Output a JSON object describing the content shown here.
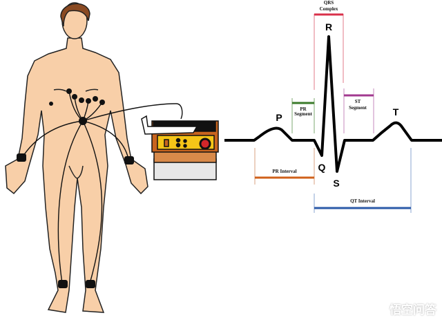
{
  "figure": {
    "ecg": {
      "waves": {
        "p": "P",
        "q": "Q",
        "r": "R",
        "s": "S",
        "t": "T"
      },
      "qrs_complex": {
        "line1": "QRS",
        "line2": "Complex",
        "color": "#d9304a"
      },
      "pr_segment": {
        "line1": "PR",
        "line2": "Segment",
        "color": "#3a7a2a"
      },
      "st_segment": {
        "line1": "ST",
        "line2": "Segment",
        "color": "#a2398f"
      },
      "pr_interval": {
        "label": "PR Interval",
        "color": "#d0601a"
      },
      "qt_interval": {
        "label": "QT Interval",
        "color": "#2b5aa8"
      }
    },
    "device": {
      "body_color": "#c8641e",
      "panel_color": "#f5c518"
    },
    "skin_color": "#f8cfa8",
    "watermark": "悟空问答"
  }
}
